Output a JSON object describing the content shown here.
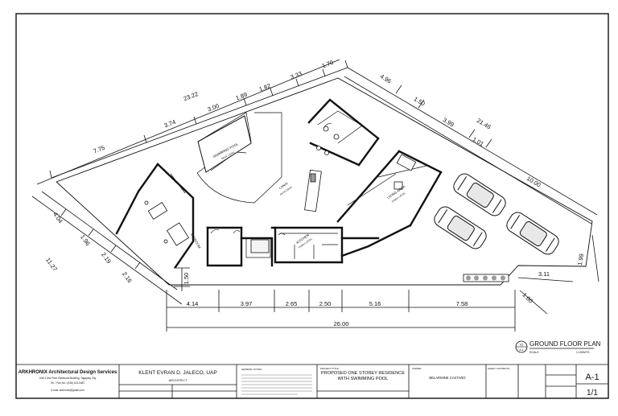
{
  "dimensions": {
    "top_overall": "23.22",
    "top_segments": [
      "7.75",
      "3.74",
      "3.00",
      "1.89",
      "1.82",
      "3.33",
      "1.70"
    ],
    "right_overall": "21.46",
    "right_segments": [
      "4.96",
      "1.50",
      "3.99",
      "1.01",
      "10.00"
    ],
    "left_overall": "11.27",
    "left_segments": [
      "4.04",
      "1.96",
      "2.19",
      "2.16"
    ],
    "bottom_left_vertical": "1.50",
    "bottom_segments": [
      "4.14",
      "3.97",
      "2.65",
      "2.50",
      "5.16",
      "7.58"
    ],
    "bottom_overall": "26.00",
    "right_small": [
      "1.99",
      "3.11",
      "1.60"
    ]
  },
  "room_labels": {
    "pool": "SWIMMING POOL",
    "pool_sub": "DECK LEVEL",
    "lanai": "LANAI",
    "lanai_sub": "PATIO DECK",
    "living": "LIVING AREA",
    "living_sub": "FINISH LEVEL",
    "kitchen": "KITCHEN",
    "kitchen_sub": "FINISH LEVEL",
    "bedroom": "BEDROOM"
  },
  "plan_title": {
    "title": "GROUND FLOOR PLAN",
    "scale_label": "SCALE",
    "scale_value": "1:100MTS",
    "marker": "01",
    "marker_sheet": "A-1"
  },
  "title_block": {
    "firm_name": "ARKHRONIX Architectural Design Services",
    "firm_address_1": "Unit 3 2nd Floor Eastwood Building, Tagaytay City",
    "firm_address_2": "Tel. / Fax No.: (046) 413-0487",
    "firm_email": "e-mail: arkhronix@gmail.com",
    "architect_name": "KLENT EVRAN D. JALECO, UAP",
    "architect_role": "ARCHITECT",
    "notes_title": "GENERAL NOTES",
    "project_label": "PROJECT TITLE",
    "project_title": "PROPOSED ONE STOREY RESIDENCE WITH SWIMMING POOL",
    "owner_label": "OWNER",
    "owner_name": "BELARMINE CASTAÑO",
    "sheet_title_label": "SHEET CONTENTS",
    "sheet_code": "A-1",
    "sheet_number": "1/1"
  },
  "colors": {
    "ink": "#111111",
    "background": "#ffffff",
    "grey_fill": "#9a9a9a"
  }
}
